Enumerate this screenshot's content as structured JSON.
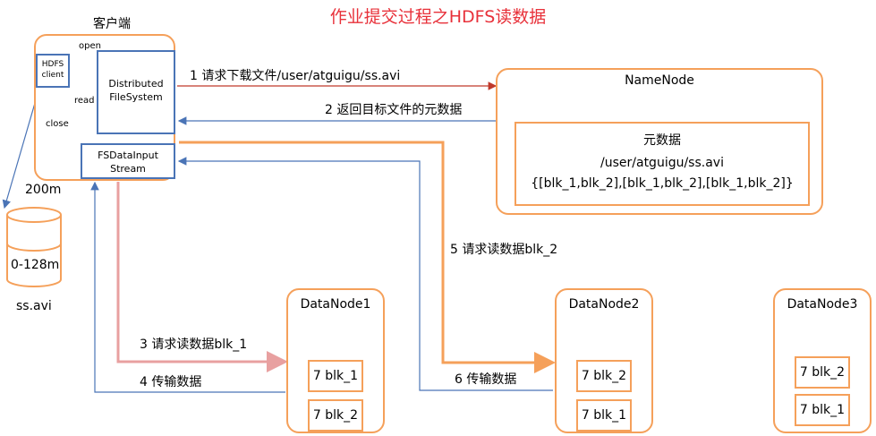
{
  "title": "作业提交过程之HDFS读数据",
  "client": {
    "label": "客户端",
    "hdfs_client": "HDFS client",
    "dfs": "Distributed FileSystem",
    "fsdis": "FSDataInput Stream",
    "open": "open",
    "read": "read",
    "close": "close",
    "size": "200m"
  },
  "file": {
    "range": "0-128m",
    "name": "ss.avi"
  },
  "namenode": {
    "label": "NameNode",
    "meta_title": "元数据",
    "meta_path": "/user/atguigu/ss.avi",
    "meta_blocks": "{[blk_1,blk_2],[blk_1,blk_2],[blk_1,blk_2]}"
  },
  "steps": {
    "s1": "1 请求下载文件/user/atguigu/ss.avi",
    "s2": "2 返回目标文件的元数据",
    "s3": "3 请求读数据blk_1",
    "s4": "4 传输数据",
    "s5": "5 请求读数据blk_2",
    "s6": "6 传输数据"
  },
  "datanodes": [
    {
      "label": "DataNode1",
      "blocks": [
        "7 blk_1",
        "7 blk_2"
      ]
    },
    {
      "label": "DataNode2",
      "blocks": [
        "7 blk_2",
        "7 blk_1"
      ]
    },
    {
      "label": "DataNode3",
      "blocks": [
        "7 blk_2",
        "7 blk_1"
      ]
    }
  ],
  "colors": {
    "title": "#e8313a",
    "orange": "#f5a05a",
    "blue": "#4a74b6",
    "red": "#c0392b",
    "pink": "#e8a0a0"
  }
}
